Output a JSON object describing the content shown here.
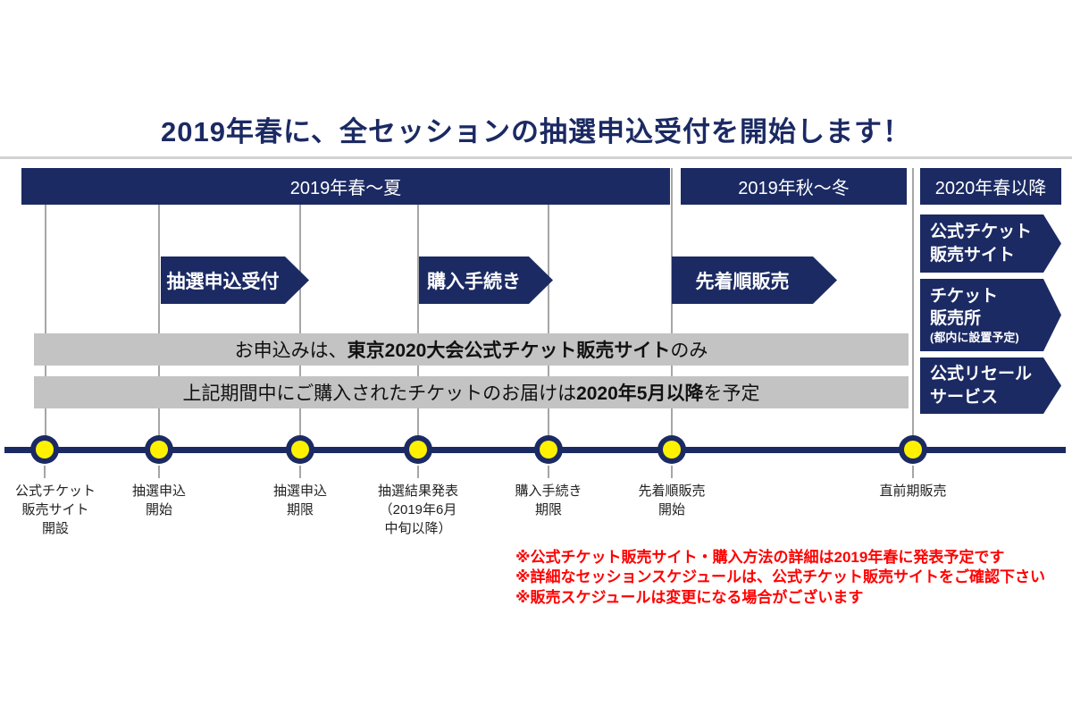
{
  "title": "2019年春に、全セッションの抽選申込受付を開始します！",
  "periods": [
    {
      "label": "2019年春〜夏"
    },
    {
      "label": "2019年秋〜冬"
    },
    {
      "label": "2020年春以降"
    }
  ],
  "phases": [
    {
      "label": "抽選申込受付"
    },
    {
      "label": "購入手続き"
    },
    {
      "label": "先着順販売"
    }
  ],
  "notices": [
    {
      "prefix": "お申込みは、",
      "bold": "東京2020大会公式チケット販売サイト",
      "suffix": "のみ"
    },
    {
      "prefix": "上記期間中にご購入されたチケットのお届けは",
      "bold": "2020年5月以降",
      "suffix": "を予定"
    }
  ],
  "channels": [
    {
      "lines": [
        "公式チケット",
        "販売サイト"
      ]
    },
    {
      "lines": [
        "チケット",
        "販売所"
      ],
      "note": "(都内に設置予定)"
    },
    {
      "lines": [
        "公式リセール",
        "サービス"
      ]
    }
  ],
  "milestones": [
    {
      "lines": [
        "公式チケット",
        "販売サイト",
        "開設"
      ]
    },
    {
      "lines": [
        "抽選申込",
        "開始"
      ]
    },
    {
      "lines": [
        "抽選申込",
        "期限"
      ]
    },
    {
      "lines": [
        "抽選結果発表",
        "（2019年6月",
        "中旬以降）"
      ]
    },
    {
      "lines": [
        "購入手続き",
        "期限"
      ]
    },
    {
      "lines": [
        "先着順販売",
        "開始"
      ]
    },
    {
      "lines": [
        "直前期販売"
      ]
    }
  ],
  "footnotes": [
    "※公式チケット販売サイト・購入方法の詳細は2019年春に発表予定です",
    "※詳細なセッションスケジュールは、公式チケット販売サイトをご確認下さい",
    "※販売スケジュールは変更になる場合がございます"
  ],
  "colors": {
    "navy": "#1b2a63",
    "yellow": "#fff100",
    "gray_bar": "#c3c3c3",
    "gridline": "#a6a6a6",
    "note_red": "#ff0000"
  }
}
